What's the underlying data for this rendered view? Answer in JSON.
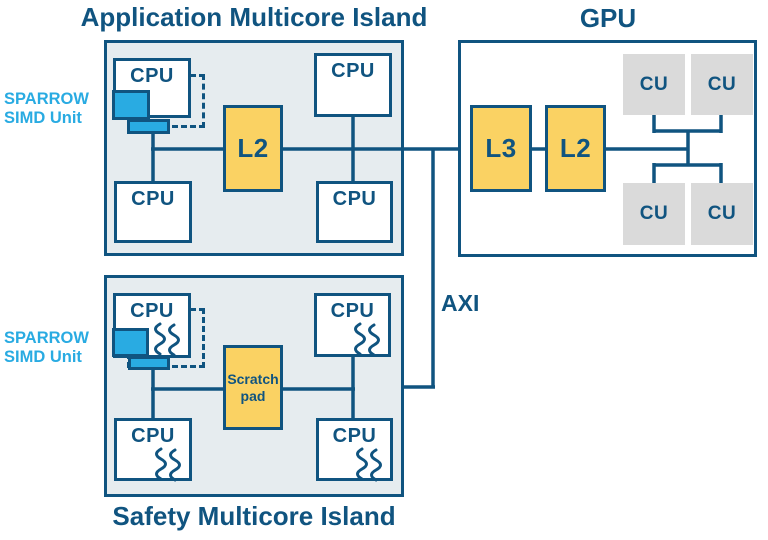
{
  "colors": {
    "dark_blue": "#105480",
    "cyan": "#29ABE2",
    "yellow": "#FAD263",
    "island_bg": "#E6ECEF",
    "cu_gray": "#DADADA"
  },
  "application_island": {
    "title": "Application Multicore Island",
    "sparrow": {
      "line1": "SPARROW",
      "line2": "SIMD Unit"
    },
    "cpus": [
      "CPU",
      "CPU",
      "CPU",
      "CPU"
    ],
    "cache_label": "L2"
  },
  "safety_island": {
    "title": "Safety Multicore Island",
    "sparrow": {
      "line1": "SPARROW",
      "line2": "SIMD Unit"
    },
    "cpus": [
      "CPU",
      "CPU",
      "CPU",
      "CPU"
    ],
    "scratchpad": {
      "line1": "Scratch",
      "line2": "pad"
    }
  },
  "gpu": {
    "title": "GPU",
    "l3_label": "L3",
    "l2_label": "L2",
    "cus": [
      "CU",
      "CU",
      "CU",
      "CU"
    ]
  },
  "interconnect": {
    "label": "AXI"
  }
}
